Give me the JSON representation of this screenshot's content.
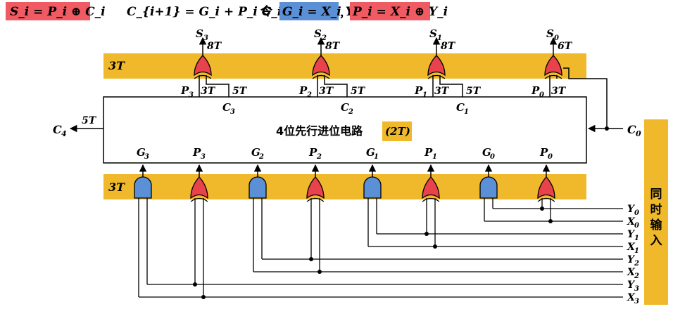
{
  "header": {
    "formula_s": "S_i = P_i ⊕ C_i",
    "formula_c": "C_{i+1} = G_i + P_i C_i",
    "ling": "令",
    "formula_g": "G_i = X_i Y_i",
    "comma": "，",
    "formula_p": "P_i = X_i ⊕ Y_i"
  },
  "bands": {
    "top_delay": "3T",
    "bottom_delay": "3T"
  },
  "main_box": {
    "label": "4位先行进位电路",
    "delay": "(2T)"
  },
  "carry_out": {
    "label": "C",
    "sub": "4",
    "delay": "5T"
  },
  "carry_in": {
    "label": "C",
    "sub": "0"
  },
  "outputs": [
    {
      "s": "S",
      "sub": "3",
      "delay": "8T"
    },
    {
      "s": "S",
      "sub": "2",
      "delay": "8T"
    },
    {
      "s": "S",
      "sub": "1",
      "delay": "8T"
    },
    {
      "s": "S",
      "sub": "0",
      "delay": "6T"
    }
  ],
  "top_inputs": [
    {
      "p": "P",
      "psub": "3",
      "pdelay": "3T",
      "cdelay": "5T",
      "c": "C",
      "csub": "3"
    },
    {
      "p": "P",
      "psub": "2",
      "pdelay": "3T",
      "cdelay": "5T",
      "c": "C",
      "csub": "2"
    },
    {
      "p": "P",
      "psub": "1",
      "pdelay": "3T",
      "cdelay": "5T",
      "c": "C",
      "csub": "1"
    },
    {
      "p": "P",
      "psub": "0",
      "pdelay": "3T",
      "cdelay": "",
      "c": "",
      "csub": ""
    }
  ],
  "bottom_pins": [
    {
      "n": "G",
      "sub": "3"
    },
    {
      "n": "P",
      "sub": "3"
    },
    {
      "n": "G",
      "sub": "2"
    },
    {
      "n": "P",
      "sub": "2"
    },
    {
      "n": "G",
      "sub": "1"
    },
    {
      "n": "P",
      "sub": "1"
    },
    {
      "n": "G",
      "sub": "0"
    },
    {
      "n": "P",
      "sub": "0"
    }
  ],
  "inputs": [
    {
      "n": "Y",
      "sub": "0"
    },
    {
      "n": "X",
      "sub": "0"
    },
    {
      "n": "Y",
      "sub": "1"
    },
    {
      "n": "X",
      "sub": "1"
    },
    {
      "n": "Y",
      "sub": "2"
    },
    {
      "n": "X",
      "sub": "2"
    },
    {
      "n": "Y",
      "sub": "3"
    },
    {
      "n": "X",
      "sub": "3"
    }
  ],
  "side_label": [
    "同",
    "时",
    "输",
    "入"
  ],
  "colors": {
    "band": "#f0b92c",
    "xor": "#e8424c",
    "and": "#5b8fd6",
    "red_tag": "#f05a62",
    "blue_tag": "#5b8fd6",
    "side": "#f0b92c"
  }
}
